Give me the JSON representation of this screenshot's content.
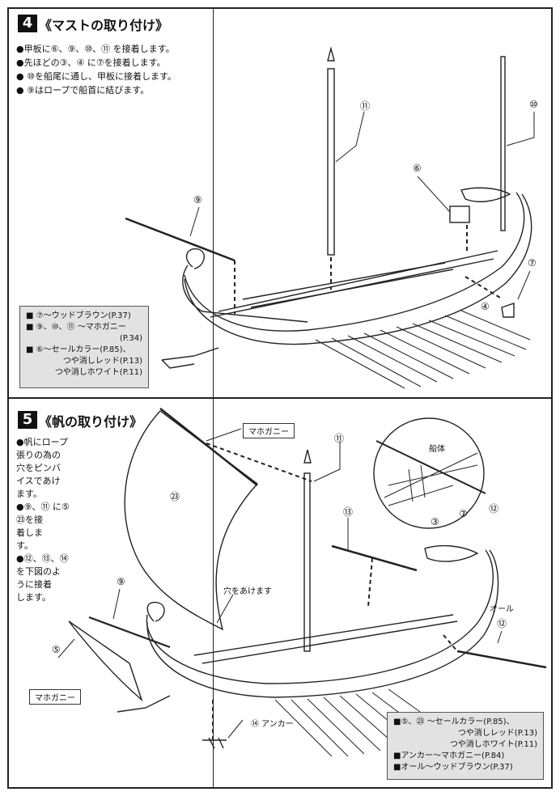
{
  "step4": {
    "number": "4",
    "title": "《マストの取り付け》",
    "instructions": [
      "●甲板に⑥、⑨、⑩、⑪ を接着します。",
      "●先ほどの③、④ に⑦を接着します。",
      "● ⑩を船尾に通し、甲板に接着します。",
      "● ⑨はロープで船首に結びます。"
    ],
    "part_labels": [
      "⑨",
      "⑪",
      "⑥",
      "⑩",
      "⑦",
      "④"
    ],
    "paint": [
      "■ ⑦～ウッドブラウン(P.37)",
      "■ ⑨、⑩、⑪ ～マホガニー",
      "(P.34)",
      "■ ⑥～セールカラー(P.85)、",
      "つや消しレッド(P.13)",
      "つや消しホワイト(P.11)"
    ]
  },
  "step5": {
    "number": "5",
    "title": "《帆の取り付け》",
    "instructions": [
      "●帆にロープ",
      "張りの為の",
      "穴をピンバ",
      "イスであけ",
      "ます。",
      "●⑨、⑪ に⑤",
      "㉓を接",
      "着しま",
      "す。",
      "●⑫、⑬、⑭",
      "を下図のよ",
      "うに接着",
      "します。"
    ],
    "labels": {
      "mahogany_top": "マホガニー",
      "mahogany_left": "マホガニー",
      "hull_inset": "船体",
      "hole": "穴をあけます",
      "oar": "オール",
      "anchor": "⑭ アンカー",
      "sail": "㉓",
      "p11": "⑪",
      "p13": "⑬",
      "p9": "⑨",
      "p5": "⑤",
      "p12": "⑫",
      "p12b": "⑫",
      "p3": "③",
      "p7": "⑦"
    },
    "paint": [
      "■⑤、㉓ ～セールカラー(P.85)、",
      "つや消しレッド(P.13)",
      "つや消しホワイト(P.11)",
      "■アンカー～マホガニー(P.84)",
      "■オール～ウッドブラウン(P.37)"
    ]
  }
}
